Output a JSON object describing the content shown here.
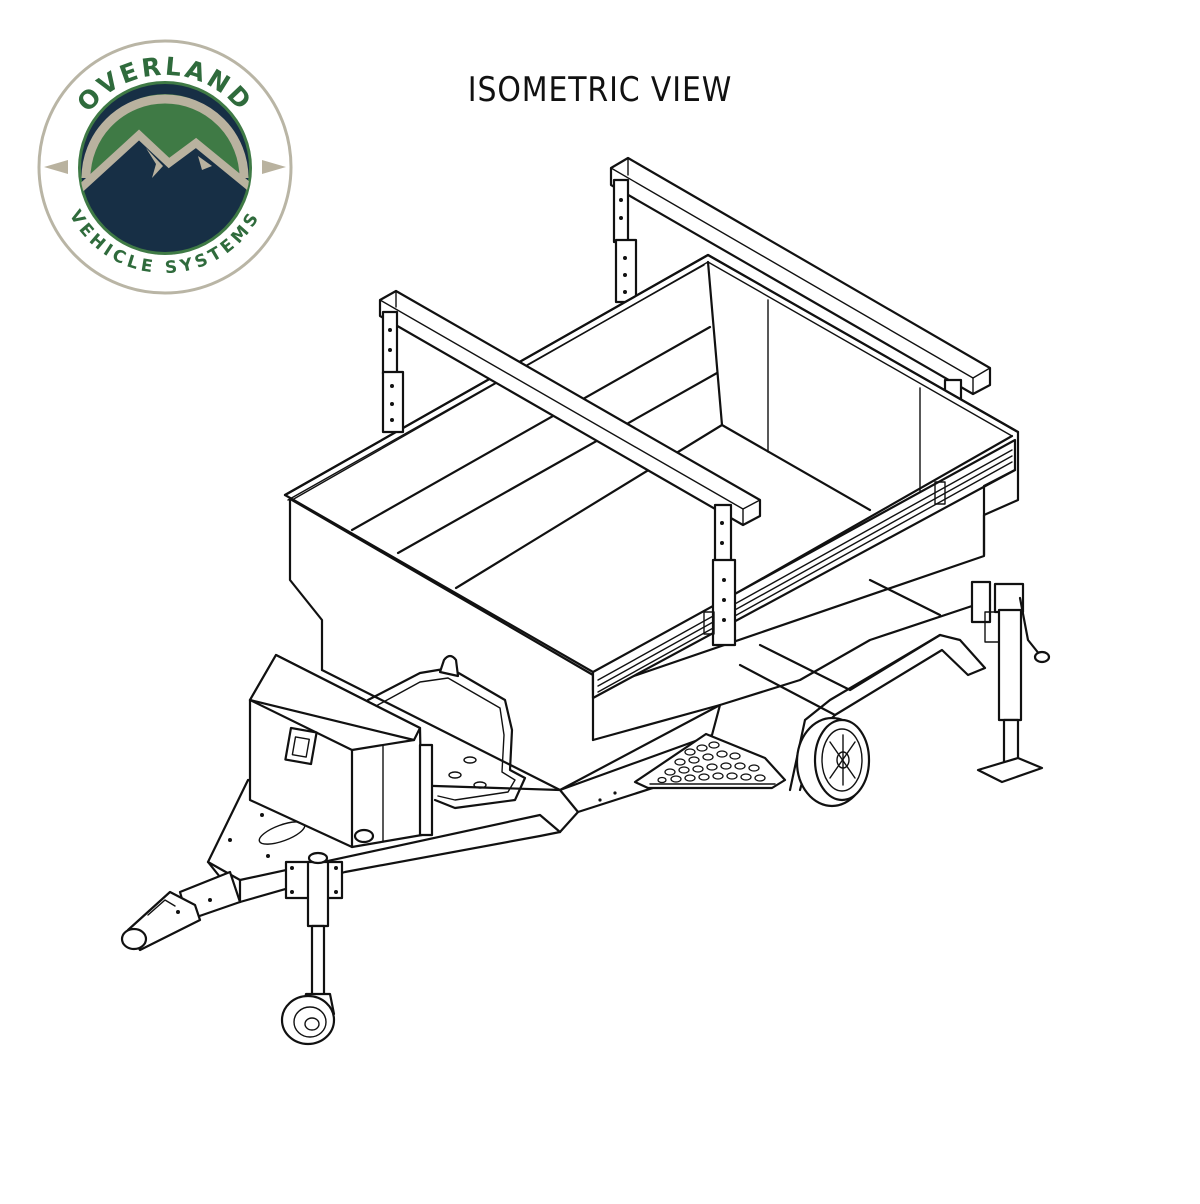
{
  "page": {
    "title": "ISOMETRIC VIEW"
  },
  "logo": {
    "top_text": "OVERLAND",
    "bottom_text": "VEHICLE SYSTEMS",
    "colors": {
      "green": "#3f7a45",
      "navy": "#172f45",
      "tan": "#b9b29f",
      "ring": "#b9b5a5",
      "text_green": "#2f6b3c"
    }
  },
  "drawing": {
    "subject": "utility trailer with roof rack crossbars",
    "components": [
      "roof-rack-crossbar-front",
      "roof-rack-crossbar-rear",
      "adjustable-rack-uprights",
      "cargo-tub",
      "side-rails",
      "tongue-toolbox",
      "front-handle-bar",
      "tongue-frame",
      "hitch-coupler",
      "tongue-jack-with-wheel",
      "fender",
      "step-plate",
      "wheel",
      "rear-stabilizer-jack"
    ],
    "line_color": "#111111",
    "background": "#ffffff"
  }
}
